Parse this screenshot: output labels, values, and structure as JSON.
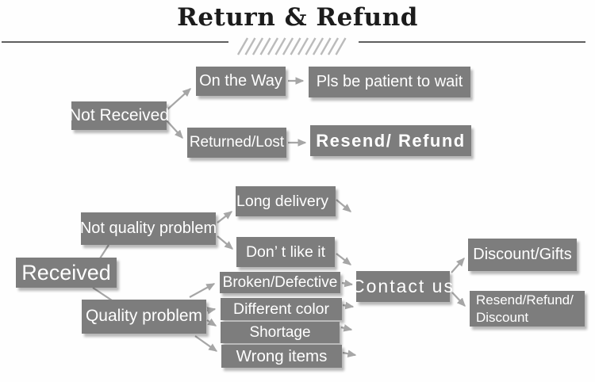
{
  "title": "Return & Refund",
  "colors": {
    "node_bg": "#7d7d7d",
    "node_text": "#ffffff",
    "arrow": "#a6a6a6",
    "title_text": "#1c1c1c",
    "rule": "#5f5f5f",
    "hatch": "#bbbbbb",
    "background": "#fefefe"
  },
  "nodes": {
    "not_received": "Not Received",
    "on_the_way": "On the Way",
    "pls_be_patient": "Pls be patient to wait",
    "returned_lost": "Returned/Lost",
    "resend_refund": "Resend/ Refund",
    "received": "Received",
    "not_quality_problem": "Not quality problem",
    "quality_problem": "Quality problem",
    "long_delivery": "Long delivery",
    "dont_like_it": "Don’ t like it",
    "broken_defective": "Broken/Defective",
    "different_color": "Different color",
    "shortage": "Shortage",
    "wrong_items": "Wrong items",
    "contact_us": "Contact us",
    "discount_gifts": "Discount/Gifts",
    "resend_refund_discount": [
      "Resend/Refund/",
      "Discount"
    ]
  }
}
